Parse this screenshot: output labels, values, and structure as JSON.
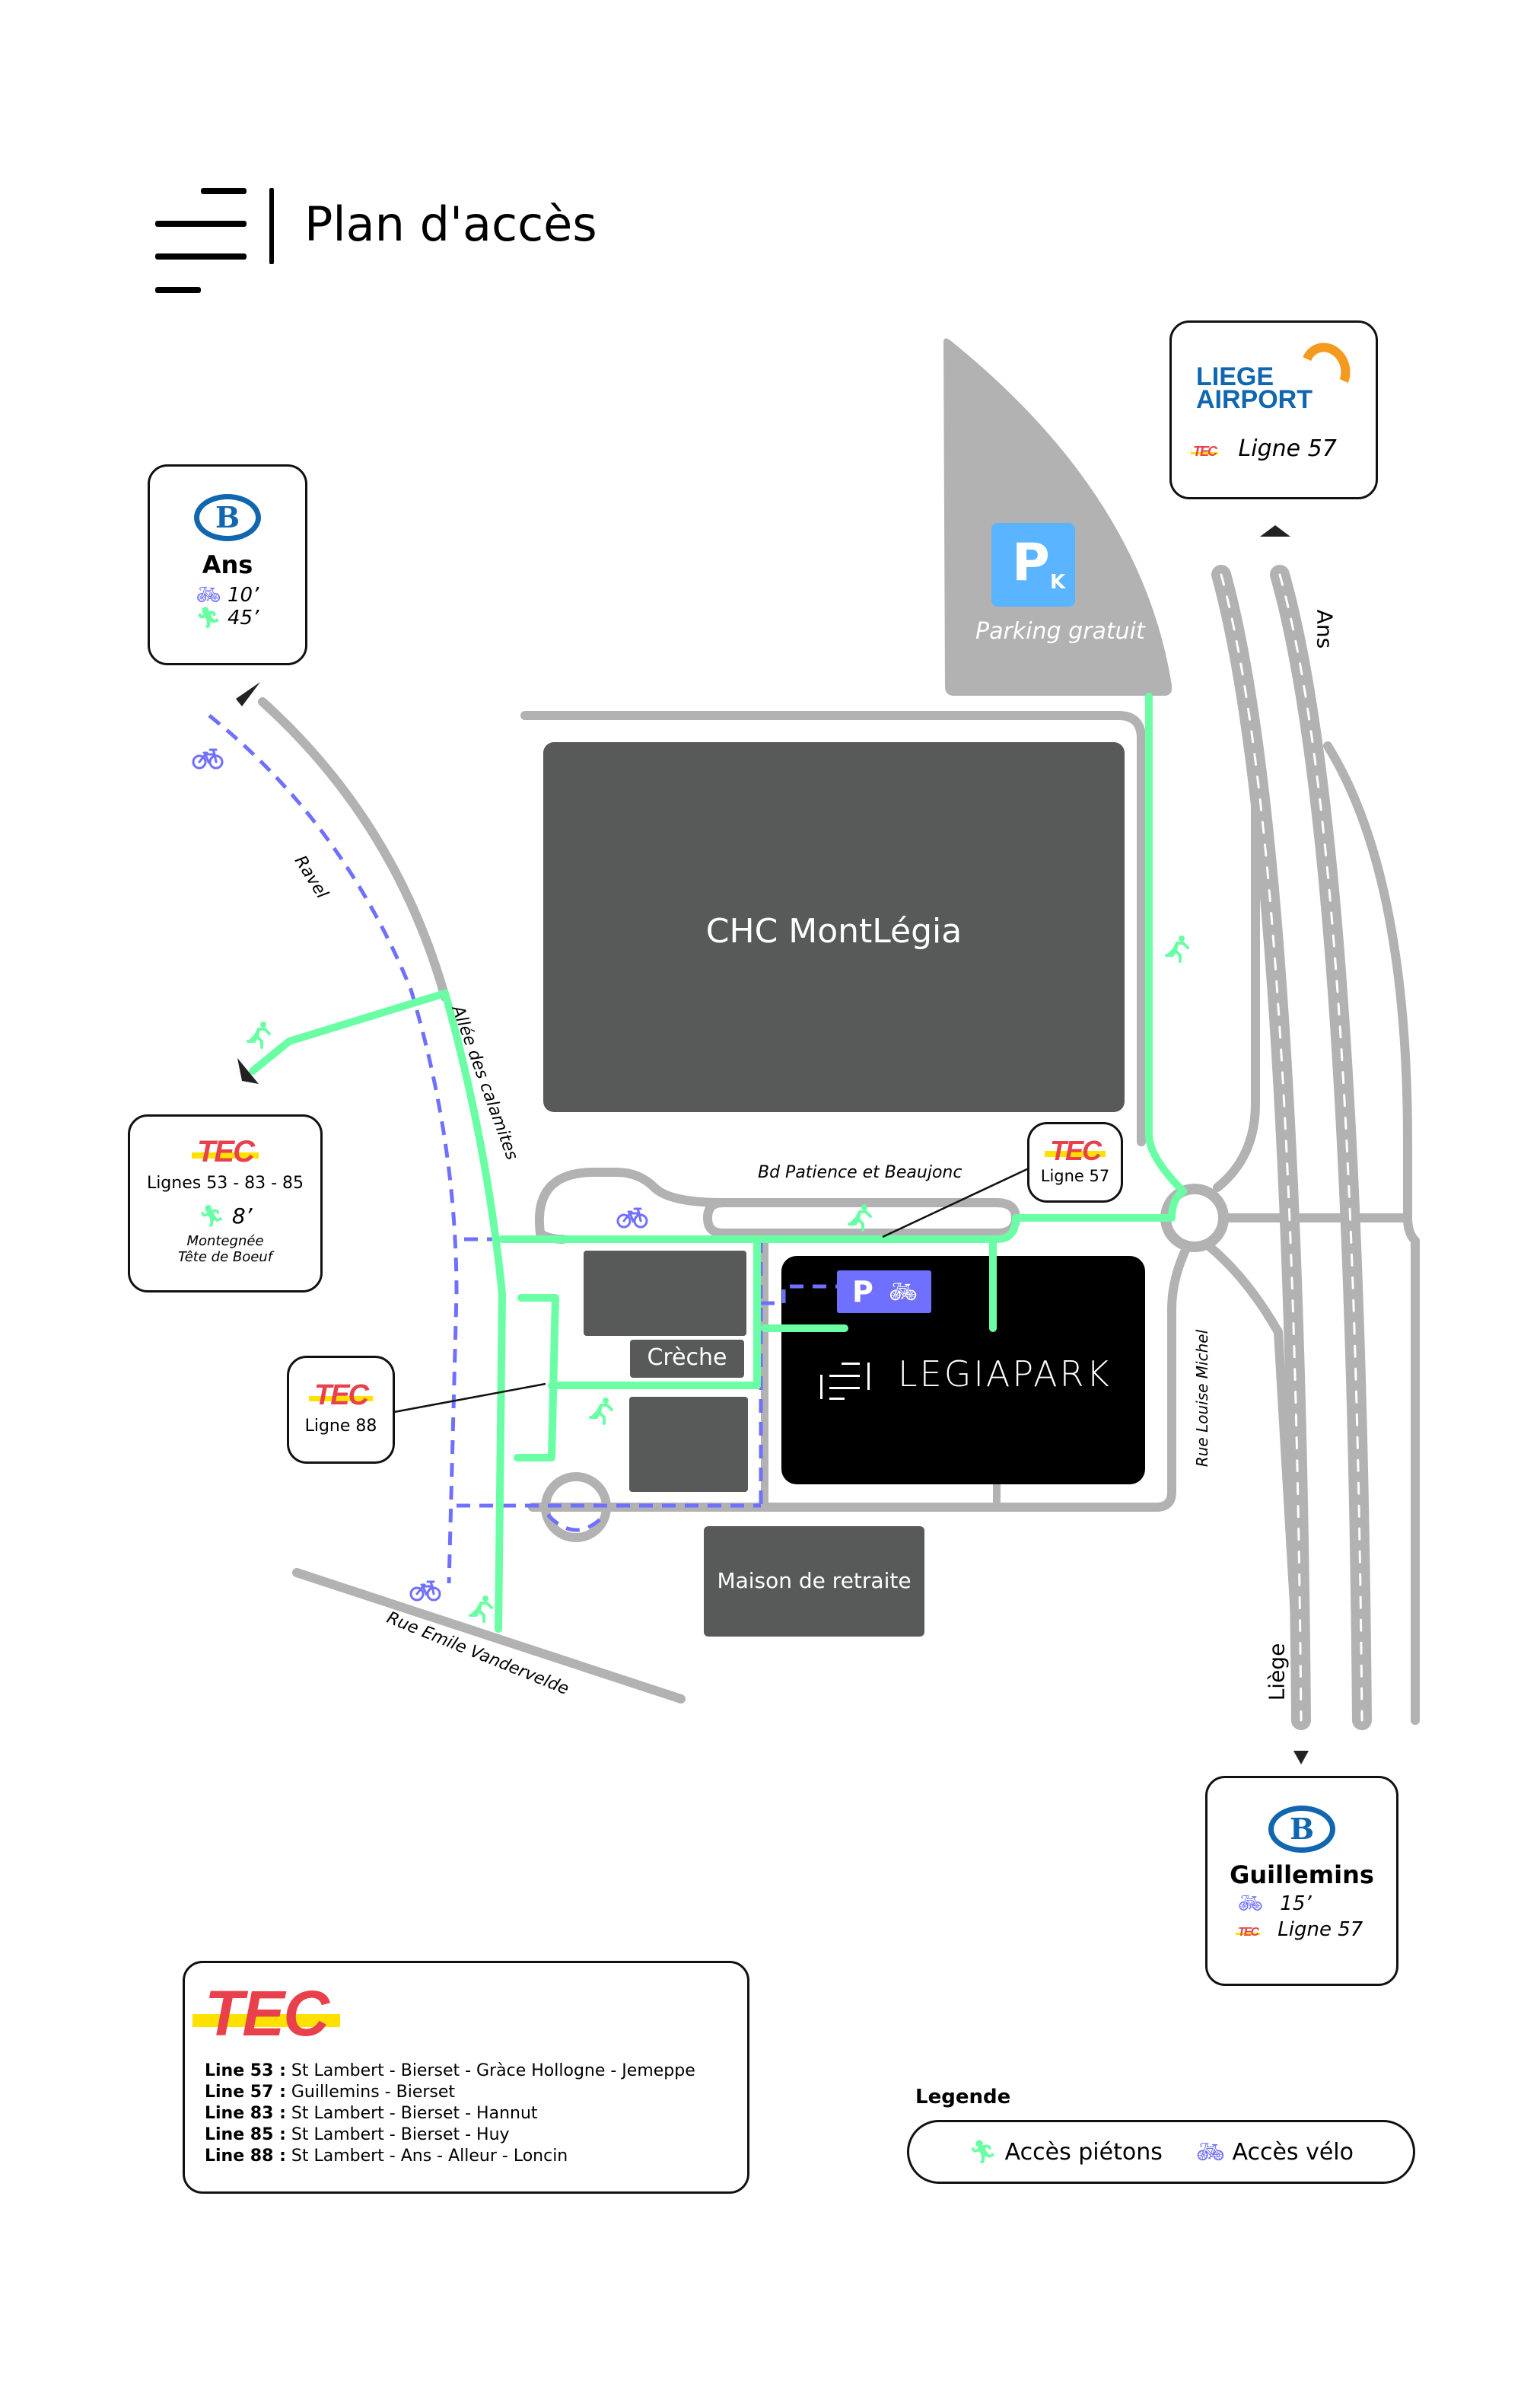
{
  "header": {
    "title": "Plan d'accès",
    "logo_icon": "legiapark-lines-logo"
  },
  "colors": {
    "pedestrian": "#6bffa5",
    "bike": "#7070ff",
    "road": "#b2b2b2",
    "building": "#585a59",
    "legiapark": "#000000",
    "parking_blue": "#5ab4ff",
    "bike_parking": "#7070ff",
    "tec_red": "#e8414b",
    "tec_yellow": "#ffe100",
    "sncb_blue": "#1166b0"
  },
  "buildings": {
    "chc": "CHC MontLégia",
    "creche": "Crèche",
    "maison": "Maison de retraite",
    "legiapark": "LEGIAPARK",
    "parking_free": "Parking gratuit",
    "parking_letter": "P",
    "parking_sub": "K",
    "bike_parking_letter": "P"
  },
  "streets": {
    "ravel": "Ravel",
    "allee": "Allée des calamites",
    "bd": "Bd Patience et Beaujonc",
    "louise": "Rue Louise Michel",
    "emile": "Rue Emile Vandervelde",
    "ans": "Ans",
    "liege": "Liège"
  },
  "cards": {
    "ans": {
      "logo": "B",
      "name": "Ans",
      "bike_time": "10’",
      "walk_time": "45’"
    },
    "airport": {
      "logo_line1": "LIEGE",
      "logo_line2": "AIRPORT",
      "tec": "TEC",
      "line": "Ligne 57"
    },
    "tec_montegnee": {
      "tec": "TEC",
      "lines": "Lignes 53 - 83 - 85",
      "walk_time": "8’",
      "stop_line1": "Montegnée",
      "stop_line2": "Tête de Boeuf"
    },
    "tec_57": {
      "tec": "TEC",
      "line": "Ligne 57"
    },
    "tec_88": {
      "tec": "TEC",
      "line": "Ligne 88"
    },
    "guillemins": {
      "logo": "B",
      "name": "Guillemins",
      "bike_time": "15’",
      "tec": "TEC",
      "line": "Ligne 57"
    }
  },
  "tec_legend": {
    "logo": "TEC",
    "lines": [
      {
        "label": "Line 53 :",
        "route": "St Lambert - Bierset - Gràce Hollogne - Jemeppe"
      },
      {
        "label": "Line 57 :",
        "route": "Guillemins - Bierset"
      },
      {
        "label": "Line 83 :",
        "route": "St Lambert - Bierset - Hannut"
      },
      {
        "label": "Line 85 :",
        "route": "St Lambert - Bierset - Huy"
      },
      {
        "label": "Line 88 :",
        "route": "St Lambert - Ans - Alleur - Loncin"
      }
    ]
  },
  "legend": {
    "title": "Legende",
    "pedestrian": "Accès piétons",
    "bike": "Accès vélo"
  }
}
